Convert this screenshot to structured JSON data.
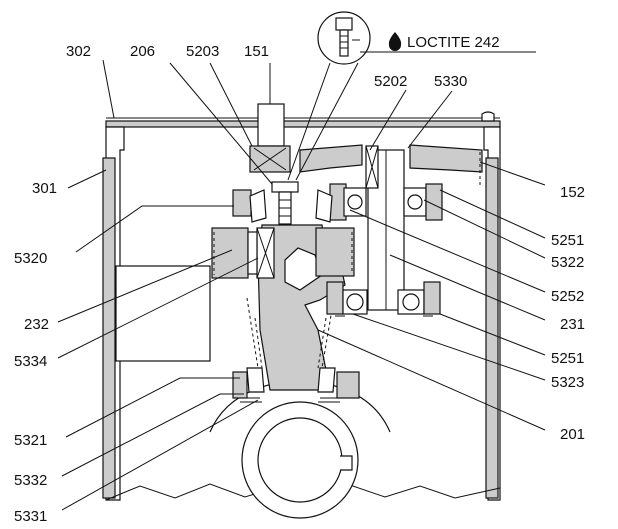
{
  "callout": {
    "text": "LOCTITE 242"
  },
  "labels": {
    "l302": "302",
    "l206": "206",
    "l5203": "5203",
    "l151": "151",
    "l5202": "5202",
    "l5330": "5330",
    "l301": "301",
    "l152": "152",
    "l5320": "5320",
    "l5251a": "5251",
    "l5322": "5322",
    "l232": "232",
    "l5252": "5252",
    "l231": "231",
    "l5334": "5334",
    "l5251b": "5251",
    "l5323": "5323",
    "l5321": "5321",
    "l201": "201",
    "l5332": "5332",
    "l5331": "5331"
  },
  "colors": {
    "part_fill": "#cccccc",
    "line": "#111111",
    "background": "#ffffff"
  }
}
